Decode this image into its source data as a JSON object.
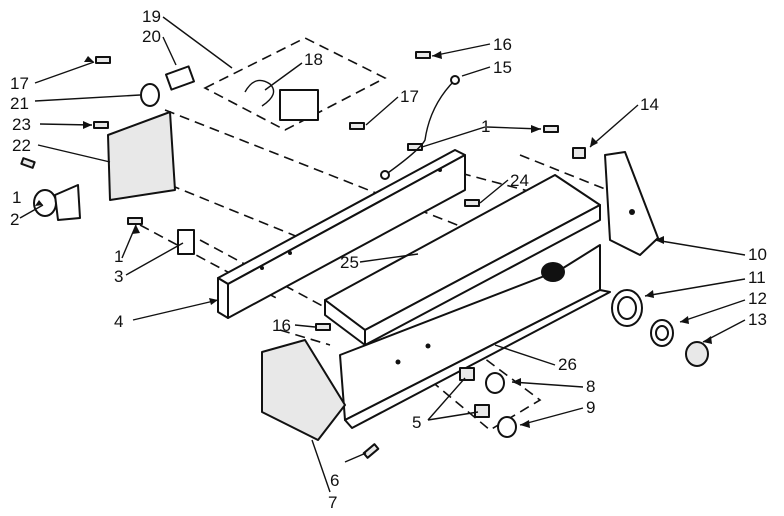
{
  "diagram": {
    "callouts": {
      "c19": "19",
      "c20": "20",
      "c18": "18",
      "c17a": "17",
      "c21": "21",
      "c23": "23",
      "c22": "22",
      "c1a": "1",
      "c2": "2",
      "c16a": "16",
      "c15": "15",
      "c17b": "17",
      "c1b": "1",
      "c14": "14",
      "c24": "24",
      "c1c": "1",
      "c3": "3",
      "c4": "4",
      "c25": "25",
      "c10": "10",
      "c11": "11",
      "c12": "12",
      "c13": "13",
      "c16b": "16",
      "c26": "26",
      "c8": "8",
      "c9": "9",
      "c5": "5",
      "c6": "6",
      "c7": "7"
    }
  }
}
